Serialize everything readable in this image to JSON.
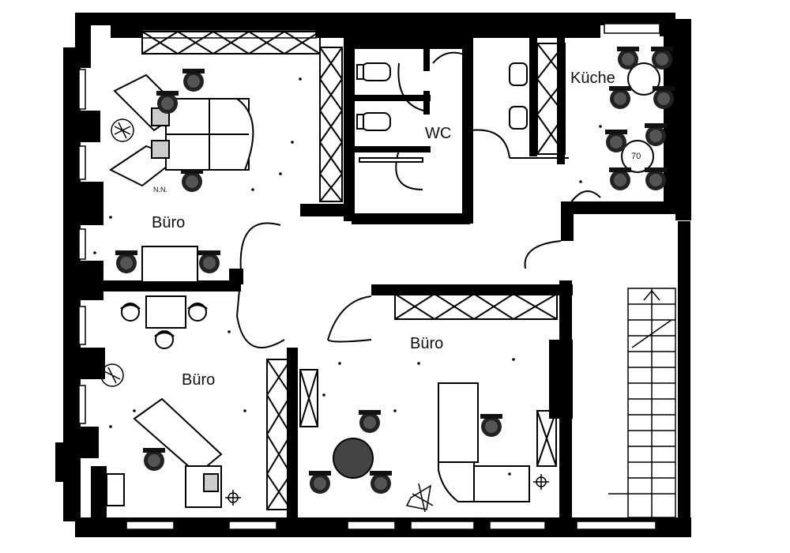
{
  "rooms": {
    "office_top_left": "Büro",
    "office_bottom_left": "Büro",
    "office_bottom_right": "Büro",
    "wc": "WC",
    "kitchen": "Küche"
  },
  "annotations": {
    "table_size": "70",
    "desk_initials": "N.N."
  }
}
